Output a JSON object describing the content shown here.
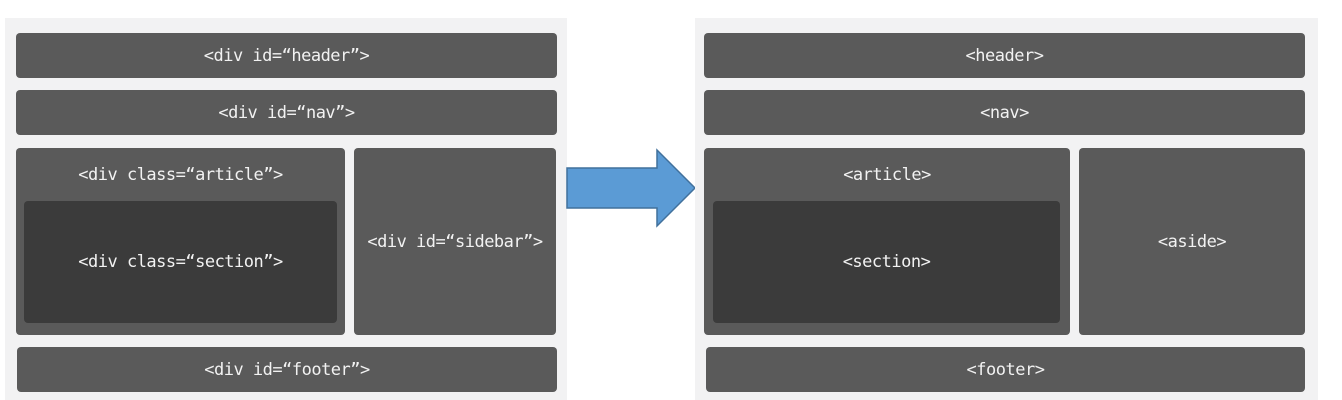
{
  "left": {
    "header": "<div id=“header”>",
    "nav": "<div id=“nav”>",
    "article": "<div class=“article”>",
    "section": "<div class=“section”>",
    "sidebar": "<div id=“sidebar”>",
    "footer": "<div id=“footer”>"
  },
  "right": {
    "header": "<header>",
    "nav": "<nav>",
    "article": "<article>",
    "section": "<section>",
    "aside": "<aside>",
    "footer": "<footer>"
  },
  "colors": {
    "box": "#5a5a5a",
    "section": "#3b3b3b",
    "arrow": "#5b9bd5"
  }
}
